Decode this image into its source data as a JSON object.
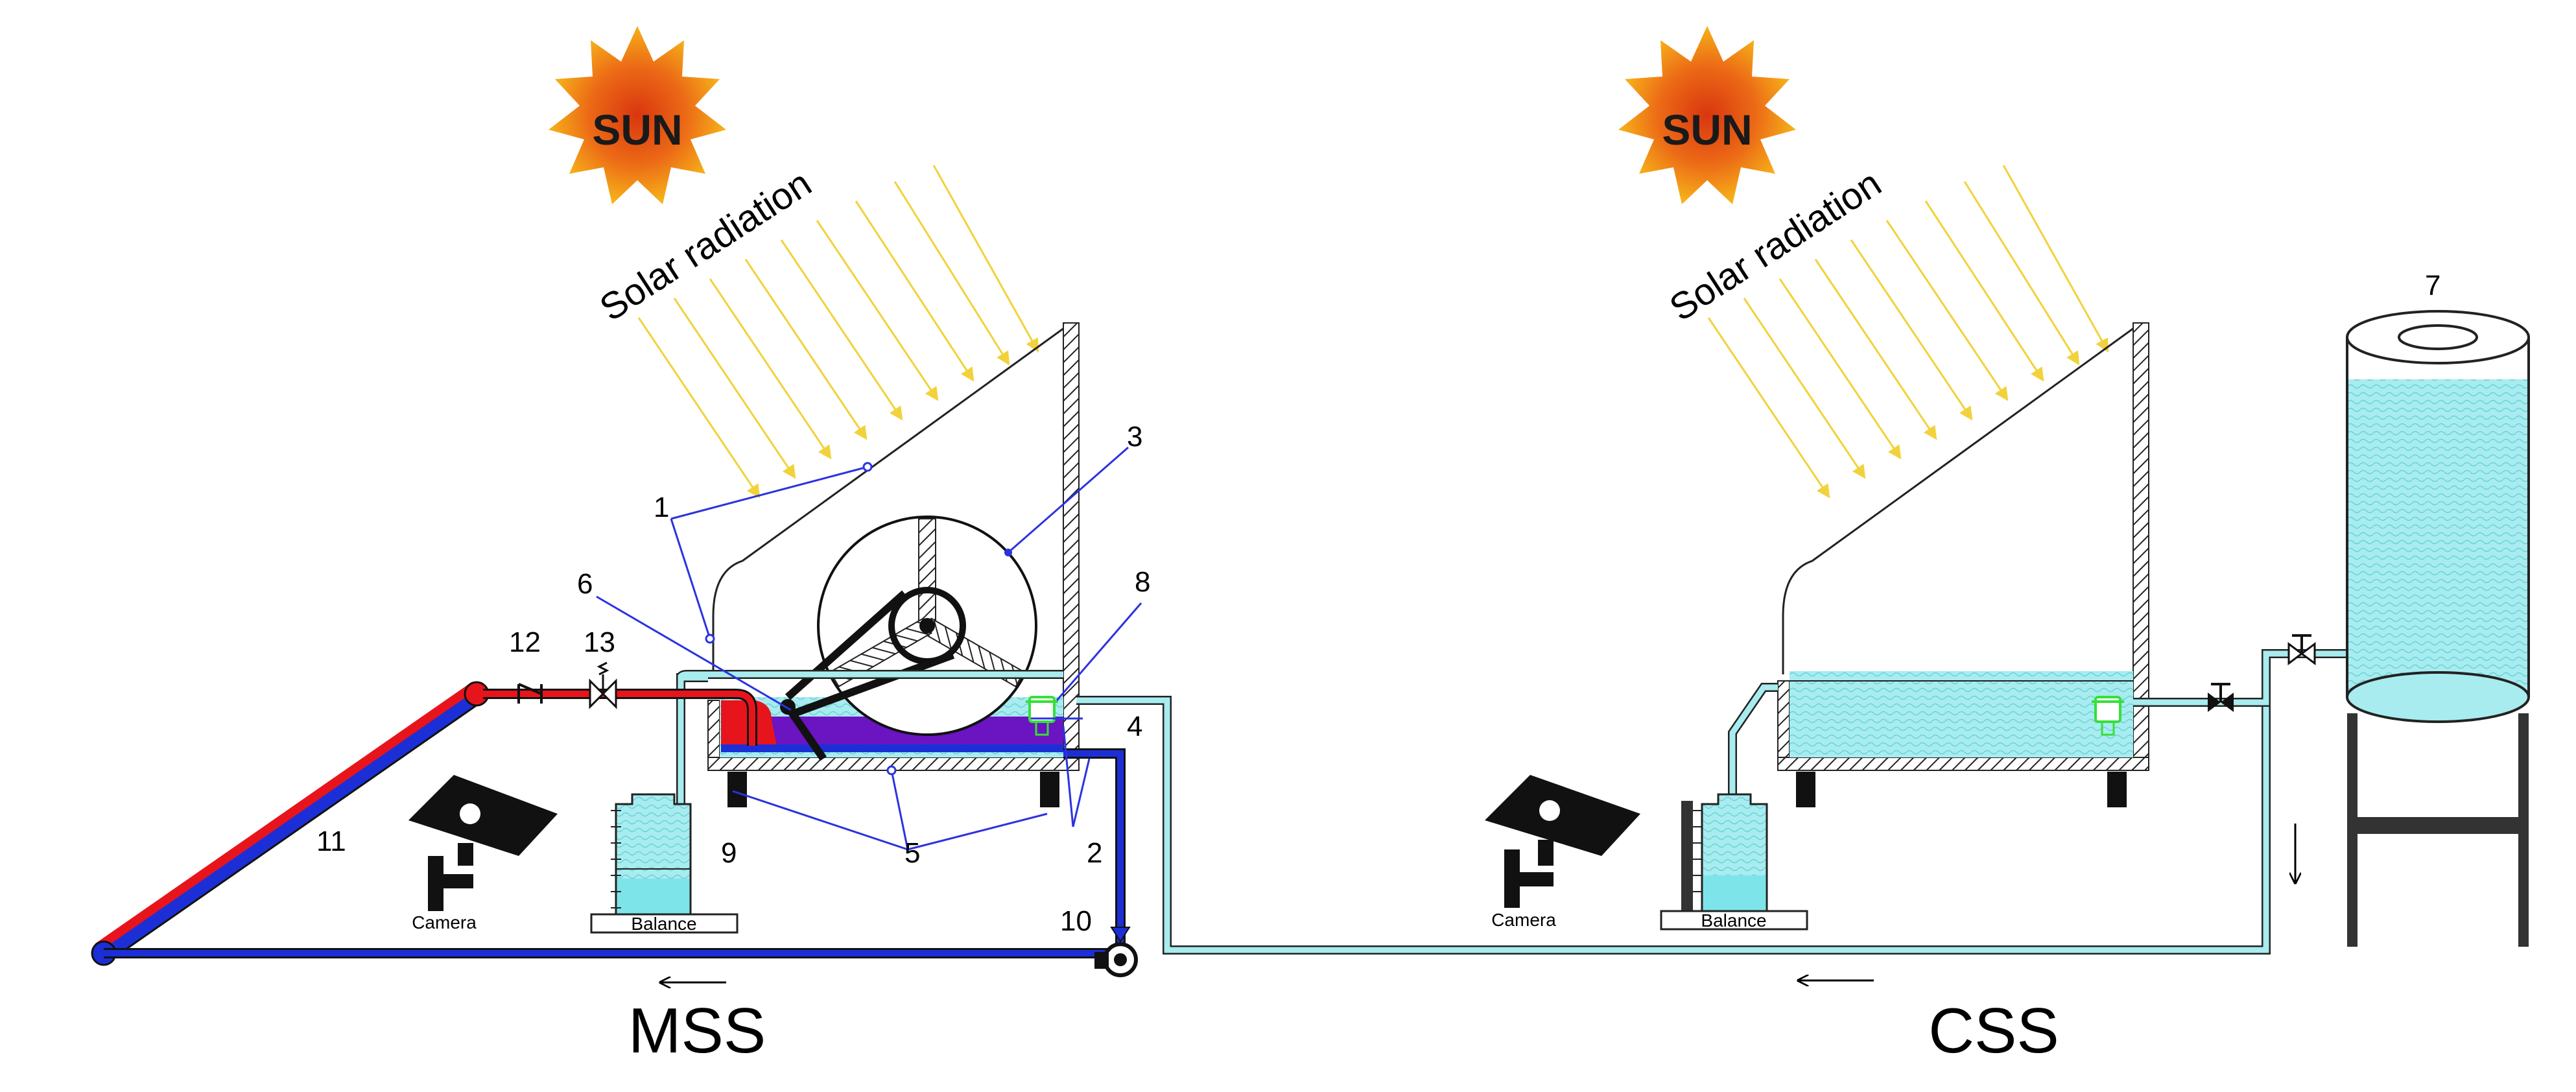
{
  "sun_label": "SUN",
  "radiation_label": "Solar radiation",
  "camera_label": "Camera",
  "balance_label": "Balance",
  "systems": {
    "mss": "MSS",
    "css": "CSS"
  },
  "components": {
    "n1": "1",
    "n2": "2",
    "n3": "3",
    "n4": "4",
    "n5": "5",
    "n6": "6",
    "n7": "7",
    "n8": "8",
    "n9": "9",
    "n10": "10",
    "n11": "11",
    "n12": "12",
    "n13": "13"
  },
  "flow_arrows": [
    "←",
    "←",
    "↓"
  ],
  "colors": {
    "hot_water": "#e8141c",
    "cold_water": "#1c2fd6",
    "mixed_water": "#6a14c2",
    "seawater": "#a8ecef",
    "radiation": "#f2d23c",
    "sun_outer": "#f6b21a",
    "sun_inner": "#d9360f",
    "leader_line": "#2b33e0",
    "float_valve": "#35e03a"
  }
}
